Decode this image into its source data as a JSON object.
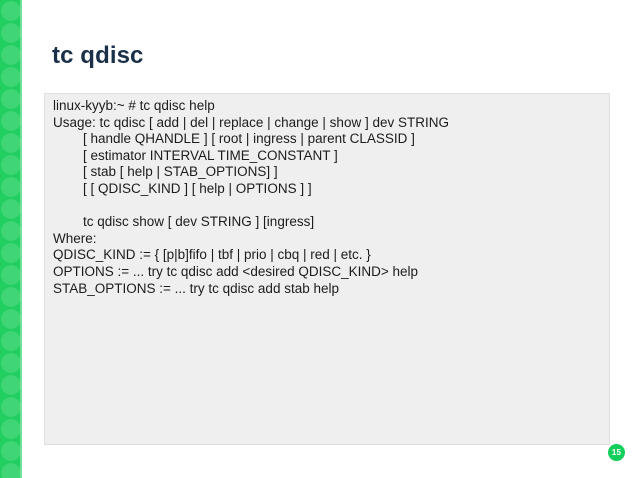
{
  "slide": {
    "title": "tc qdisc",
    "page_number": "15",
    "accent_color": "#21cf60",
    "badge_color": "#15cf5c",
    "title_color": "#1b3049",
    "panel_bg": "#efeff0",
    "panel_border": "#dfdfe2"
  },
  "terminal": {
    "lines": [
      "linux-kyyb:~ # tc qdisc help",
      "Usage: tc qdisc [ add | del | replace | change | show ] dev STRING",
      "        [ handle QHANDLE ] [ root | ingress | parent CLASSID ]",
      "        [ estimator INTERVAL TIME_CONSTANT ]",
      "        [ stab [ help | STAB_OPTIONS] ]",
      "        [ [ QDISC_KIND ] [ help | OPTIONS ] ]",
      "",
      "        tc qdisc show [ dev STRING ] [ingress]",
      "Where:",
      "QDISC_KIND := { [p|b]fifo | tbf | prio | cbq | red | etc. }",
      "OPTIONS := ... try tc qdisc add <desired QDISC_KIND> help",
      "STAB_OPTIONS := ... try tc qdisc add stab help"
    ]
  }
}
